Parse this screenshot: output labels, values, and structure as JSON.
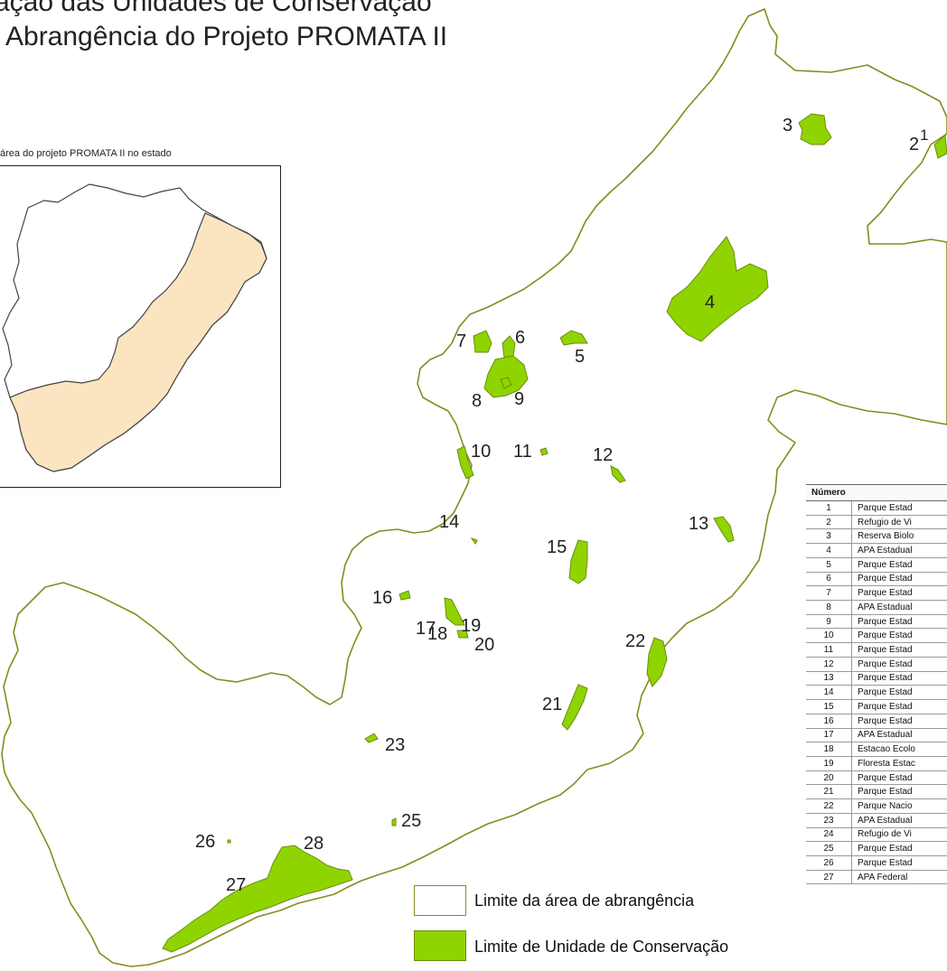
{
  "title": {
    "line1": "ação das Unidades de Conservação",
    "line2": "Abrangência do Projeto PROMATA II"
  },
  "inset": {
    "caption": "área do projeto PROMATA II no estado"
  },
  "conservation_units": [
    {
      "label": "1"
    },
    {
      "label": "2"
    },
    {
      "label": "3"
    },
    {
      "label": "4"
    },
    {
      "label": "5"
    },
    {
      "label": "6"
    },
    {
      "label": "7"
    },
    {
      "label": "8"
    },
    {
      "label": "9"
    },
    {
      "label": "10"
    },
    {
      "label": "11"
    },
    {
      "label": "12"
    },
    {
      "label": "13"
    },
    {
      "label": "14"
    },
    {
      "label": "15"
    },
    {
      "label": "16"
    },
    {
      "label": "17"
    },
    {
      "label": "18"
    },
    {
      "label": "19"
    },
    {
      "label": "20"
    },
    {
      "label": "21"
    },
    {
      "label": "22"
    },
    {
      "label": "23"
    },
    {
      "label": "25"
    },
    {
      "label": "26"
    },
    {
      "label": "27"
    },
    {
      "label": "28"
    }
  ],
  "legend": {
    "area_limit": "Limite da área de abrangência",
    "unit_limit": "Limite de Unidade de Conservação"
  },
  "colors": {
    "boundary": "#8a8a1e",
    "unit_fill": "#8fd400",
    "inset_area_fill": "#fbe5c1"
  },
  "table": {
    "header": "Número",
    "rows": [
      {
        "num": "1",
        "name": "Parque Estad"
      },
      {
        "num": "2",
        "name": "Refugio de Vi"
      },
      {
        "num": "3",
        "name": "Reserva Biolo"
      },
      {
        "num": "4",
        "name": "APA Estadual"
      },
      {
        "num": "5",
        "name": "Parque Estad"
      },
      {
        "num": "6",
        "name": "Parque Estad"
      },
      {
        "num": "7",
        "name": "Parque Estad"
      },
      {
        "num": "8",
        "name": "APA Estadual"
      },
      {
        "num": "9",
        "name": "Parque Estad"
      },
      {
        "num": "10",
        "name": "Parque Estad"
      },
      {
        "num": "11",
        "name": "Parque Estad"
      },
      {
        "num": "12",
        "name": "Parque Estad"
      },
      {
        "num": "13",
        "name": "Parque Estad"
      },
      {
        "num": "14",
        "name": "Parque Estad"
      },
      {
        "num": "15",
        "name": "Parque Estad"
      },
      {
        "num": "16",
        "name": "Parque Estad"
      },
      {
        "num": "17",
        "name": "APA Estadual"
      },
      {
        "num": "18",
        "name": "Estacao Ecolo"
      },
      {
        "num": "19",
        "name": "Floresta Estac"
      },
      {
        "num": "20",
        "name": "Parque Estad"
      },
      {
        "num": "21",
        "name": "Parque Estad"
      },
      {
        "num": "22",
        "name": "Parque Nacio"
      },
      {
        "num": "23",
        "name": "APA Estadual"
      },
      {
        "num": "24",
        "name": "Refugio de Vi"
      },
      {
        "num": "25",
        "name": "Parque Estad"
      },
      {
        "num": "26",
        "name": "Parque Estad"
      },
      {
        "num": "27",
        "name": "APA Federal"
      }
    ]
  }
}
